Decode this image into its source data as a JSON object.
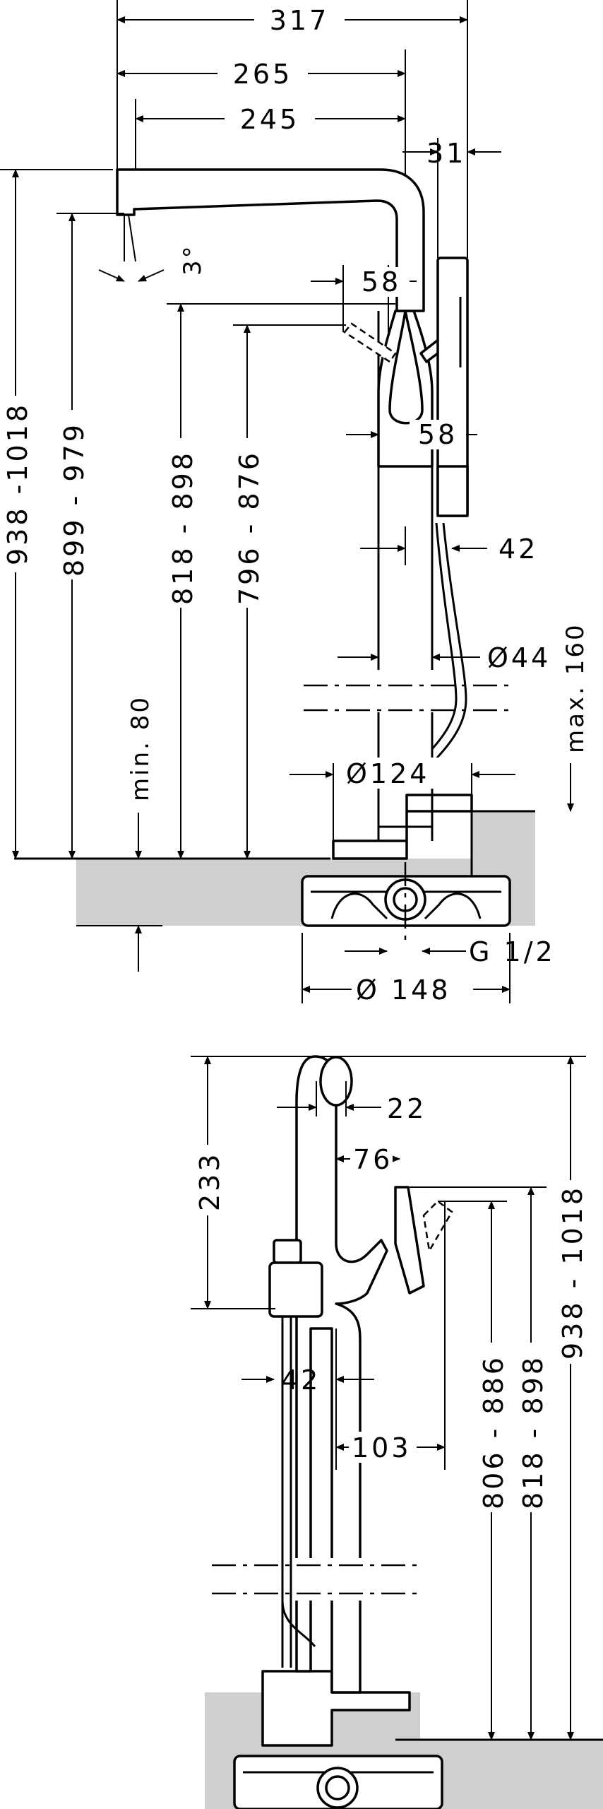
{
  "front_view": {
    "dims": {
      "overall_width": "317",
      "spout_width": "265",
      "spout_reach": "245",
      "hand_shower_offset": "31",
      "angle": "3°",
      "lever_width_top": "58",
      "lever_width_bottom": "58",
      "shower_holder": "42",
      "pipe_diameter": "Ø44",
      "base_diameter": "Ø124",
      "connection_thread": "G 1/2",
      "flange_diameter": "Ø 148",
      "height_total": "938 -1018",
      "height_spout": "899 - 979",
      "min_depth": "min. 80",
      "height_lever": "818 - 898",
      "height_hand_shower": "796 - 876",
      "max_depth": "max. 160"
    }
  },
  "side_view": {
    "dims": {
      "top_height": "233",
      "spout_diameter": "22",
      "lever_reach": "76",
      "holder_width": "42",
      "lever_offset": "103",
      "height_lower": "806 - 886",
      "height_lever": "818 - 898",
      "height_total": "938 - 1018"
    }
  }
}
